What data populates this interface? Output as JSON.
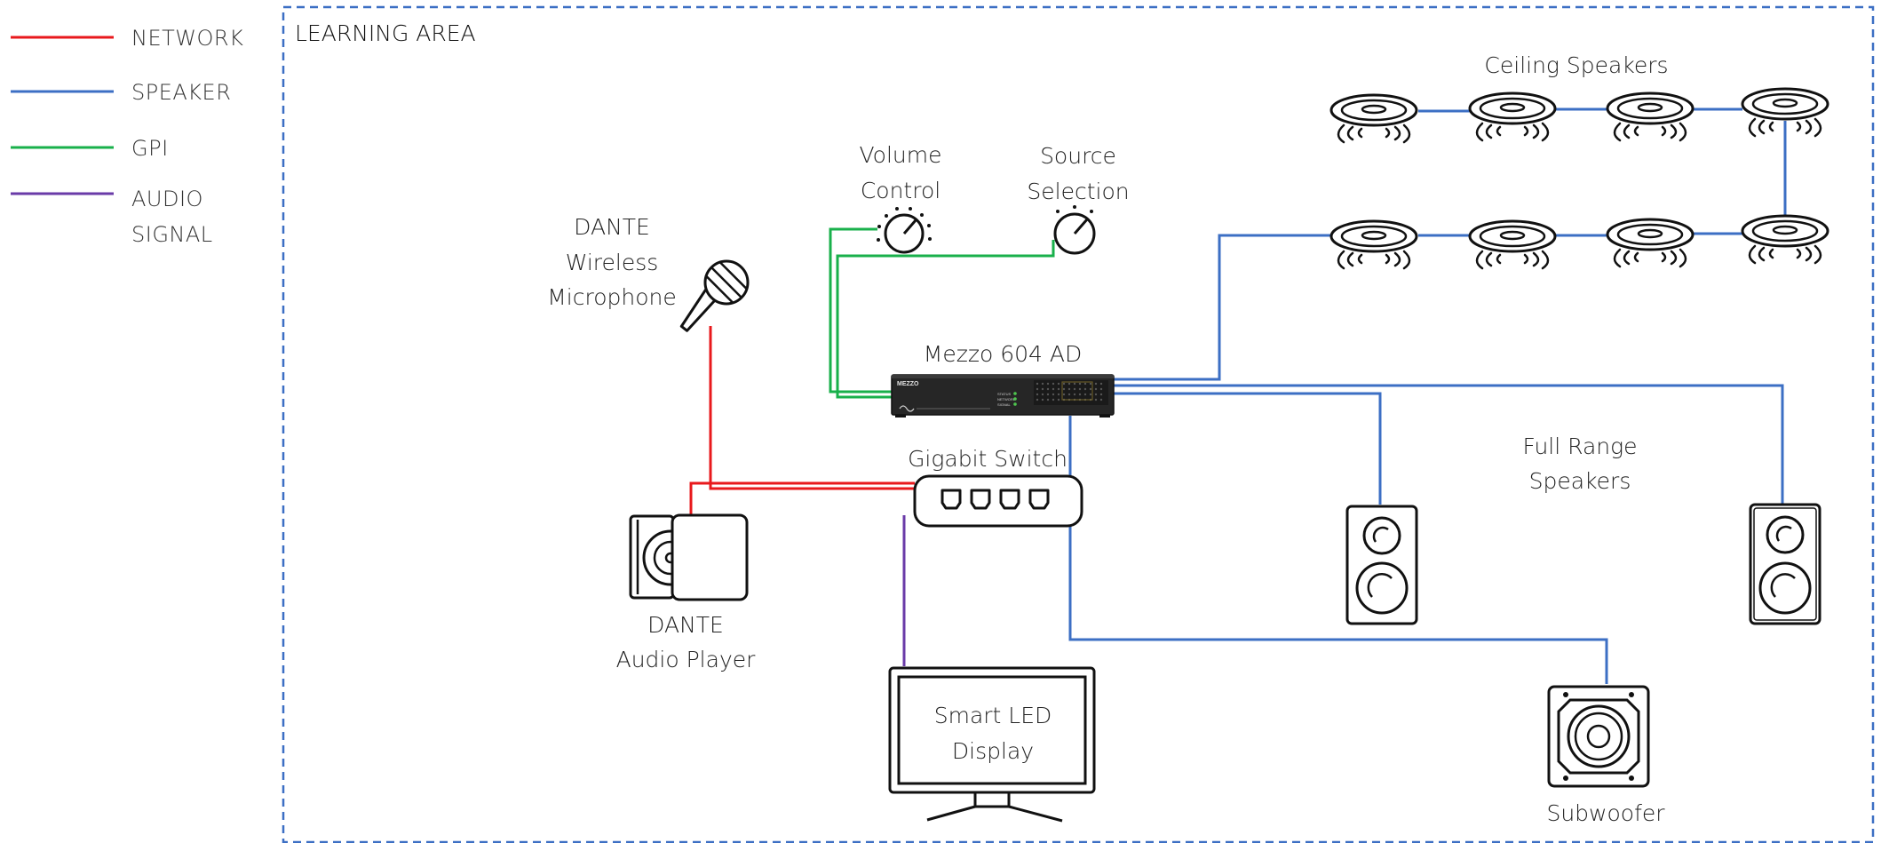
{
  "legend": {
    "network": {
      "label": "NETWORK",
      "color": "#e8191c"
    },
    "speaker": {
      "label": "SPEAKER",
      "color": "#3c6fc4"
    },
    "gpi": {
      "label": "GPI",
      "color": "#19b04b"
    },
    "audio_signal": {
      "label_line1": "AUDIO",
      "label_line2": "SIGNAL",
      "color": "#6a3ba8"
    }
  },
  "area": {
    "label": "LEARNING AREA",
    "border_color": "#3c6fc4"
  },
  "devices": {
    "microphone": {
      "line1": "DANTE",
      "line2": "Wireless",
      "line3": "Microphone"
    },
    "volume_control": {
      "line1": "Volume",
      "line2": "Control"
    },
    "source_selection": {
      "line1": "Source",
      "line2": "Selection"
    },
    "amplifier": {
      "label": "Mezzo 604 AD",
      "brand": "MEZZO",
      "led1": "STATUS",
      "led2": "NETWORK",
      "led3": "SIGNAL"
    },
    "switch": {
      "label": "Gigabit Switch"
    },
    "audio_player": {
      "line1": "DANTE",
      "line2": "Audio Player"
    },
    "display": {
      "line1": "Smart LED",
      "line2": "Display"
    },
    "ceiling_speakers": {
      "label": "Ceiling Speakers"
    },
    "full_range_speakers": {
      "line1": "Full Range",
      "line2": "Speakers"
    },
    "subwoofer": {
      "label": "Subwoofer"
    }
  }
}
